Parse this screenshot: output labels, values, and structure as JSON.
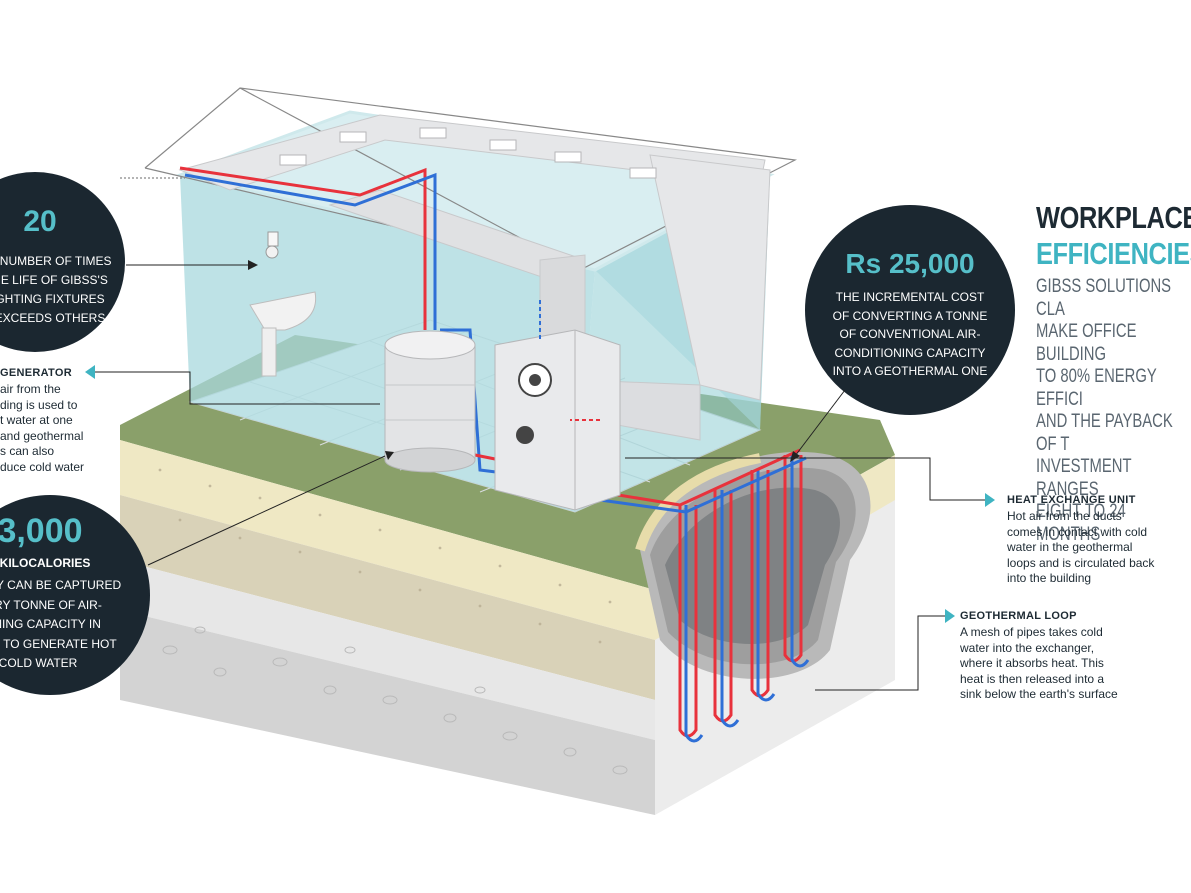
{
  "title": {
    "line1": "WORKPLACE",
    "line2": "EFFICIENCIES"
  },
  "intro": "GIBSS SOLUTIONS CLA\nMAKE OFFICE BUILDING\nTO 80% ENERGY EFFICI\nAND THE PAYBACK OF T\nINVESTMENT RANGES\nEIGHT TO 24 MONTHS",
  "stat_lighting": {
    "value": "20",
    "text": "E NUMBER OF TIMES\nHE LIFE OF GIBSS'S\nGHTING FIXTURES\nEXCEEDS OTHERS"
  },
  "stat_cost": {
    "value": "Rs 25,000",
    "text": "THE INCREMENTAL COST\nOF CONVERTING A TONNE\nOF CONVENTIONAL AIR-\nCONDITIONING CAPACITY\nINTO A GEOTHERMAL ONE"
  },
  "stat_energy": {
    "value": "3,000",
    "unit": "KILOCALORIES",
    "text": "ERGY CAN BE CAPTURED\nEVERY TONNE OF AIR-\nITIONING CAPACITY IN\nDING TO GENERATE HOT\nAND COLD WATER"
  },
  "generator": {
    "heading": "GENERATOR",
    "text": "air from the\nding is used to\nt water at one\nand geothermal\ns can also\nduce cold water"
  },
  "heat_exchange": {
    "heading": "HEAT EXCHANGE UNIT",
    "text": "Hot air from the ducts\ncomes in contact with cold\nwater in the geothermal\nloops and is circulated back\ninto the building"
  },
  "geo_loop": {
    "heading": "GEOTHERMAL LOOP",
    "text": "A mesh of pipes takes cold\nwater into the exchanger,\nwhere it absorbs heat. This\nheat is then released into a\nsink below the earth's surface"
  },
  "colors": {
    "accent": "#3fb4c2",
    "dark": "#1d2a33",
    "hot": "#e8323c",
    "cold": "#2f6fd6",
    "grass": "#8aa06a"
  }
}
